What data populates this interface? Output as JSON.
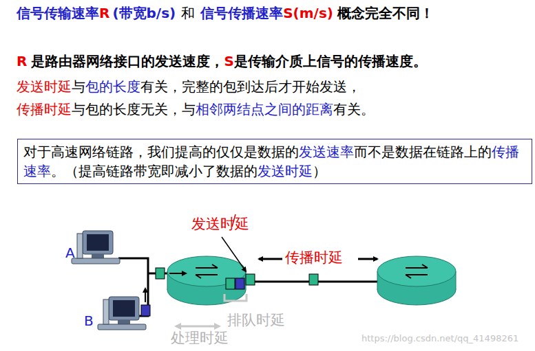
{
  "diagram": {
    "nodes": [
      {
        "text": [
          "对于高速网络链路，我们提高的仅仅是数据的",
          "发送速率",
          "而不是数据在链路上的",
          "传播速率",
          "。（提高链路带宽即减小了数据的",
          "发送时延",
          "）"
        ]
      }
    ],
    "labels": [
      "信号传输速率",
      "R",
      "(带宽b/s)",
      "和",
      "信号传播速率",
      "S(m/s)",
      "概念完全不同！",
      "R",
      "是路由器网络接口的发送速度，",
      "S",
      "是传输介质上信号的传播速度。",
      "发送时延",
      "与",
      "包的长度",
      "有关，完整的包到达后才开始发送，",
      "传播时延",
      "与包的长度无关，与",
      "相邻两结点之间的距离",
      "有关。",
      "A",
      "B",
      "发送时延",
      "传播时延",
      "排队时延",
      "处理时延",
      "https://blog.csdn.net/qq_41498261"
    ]
  }
}
